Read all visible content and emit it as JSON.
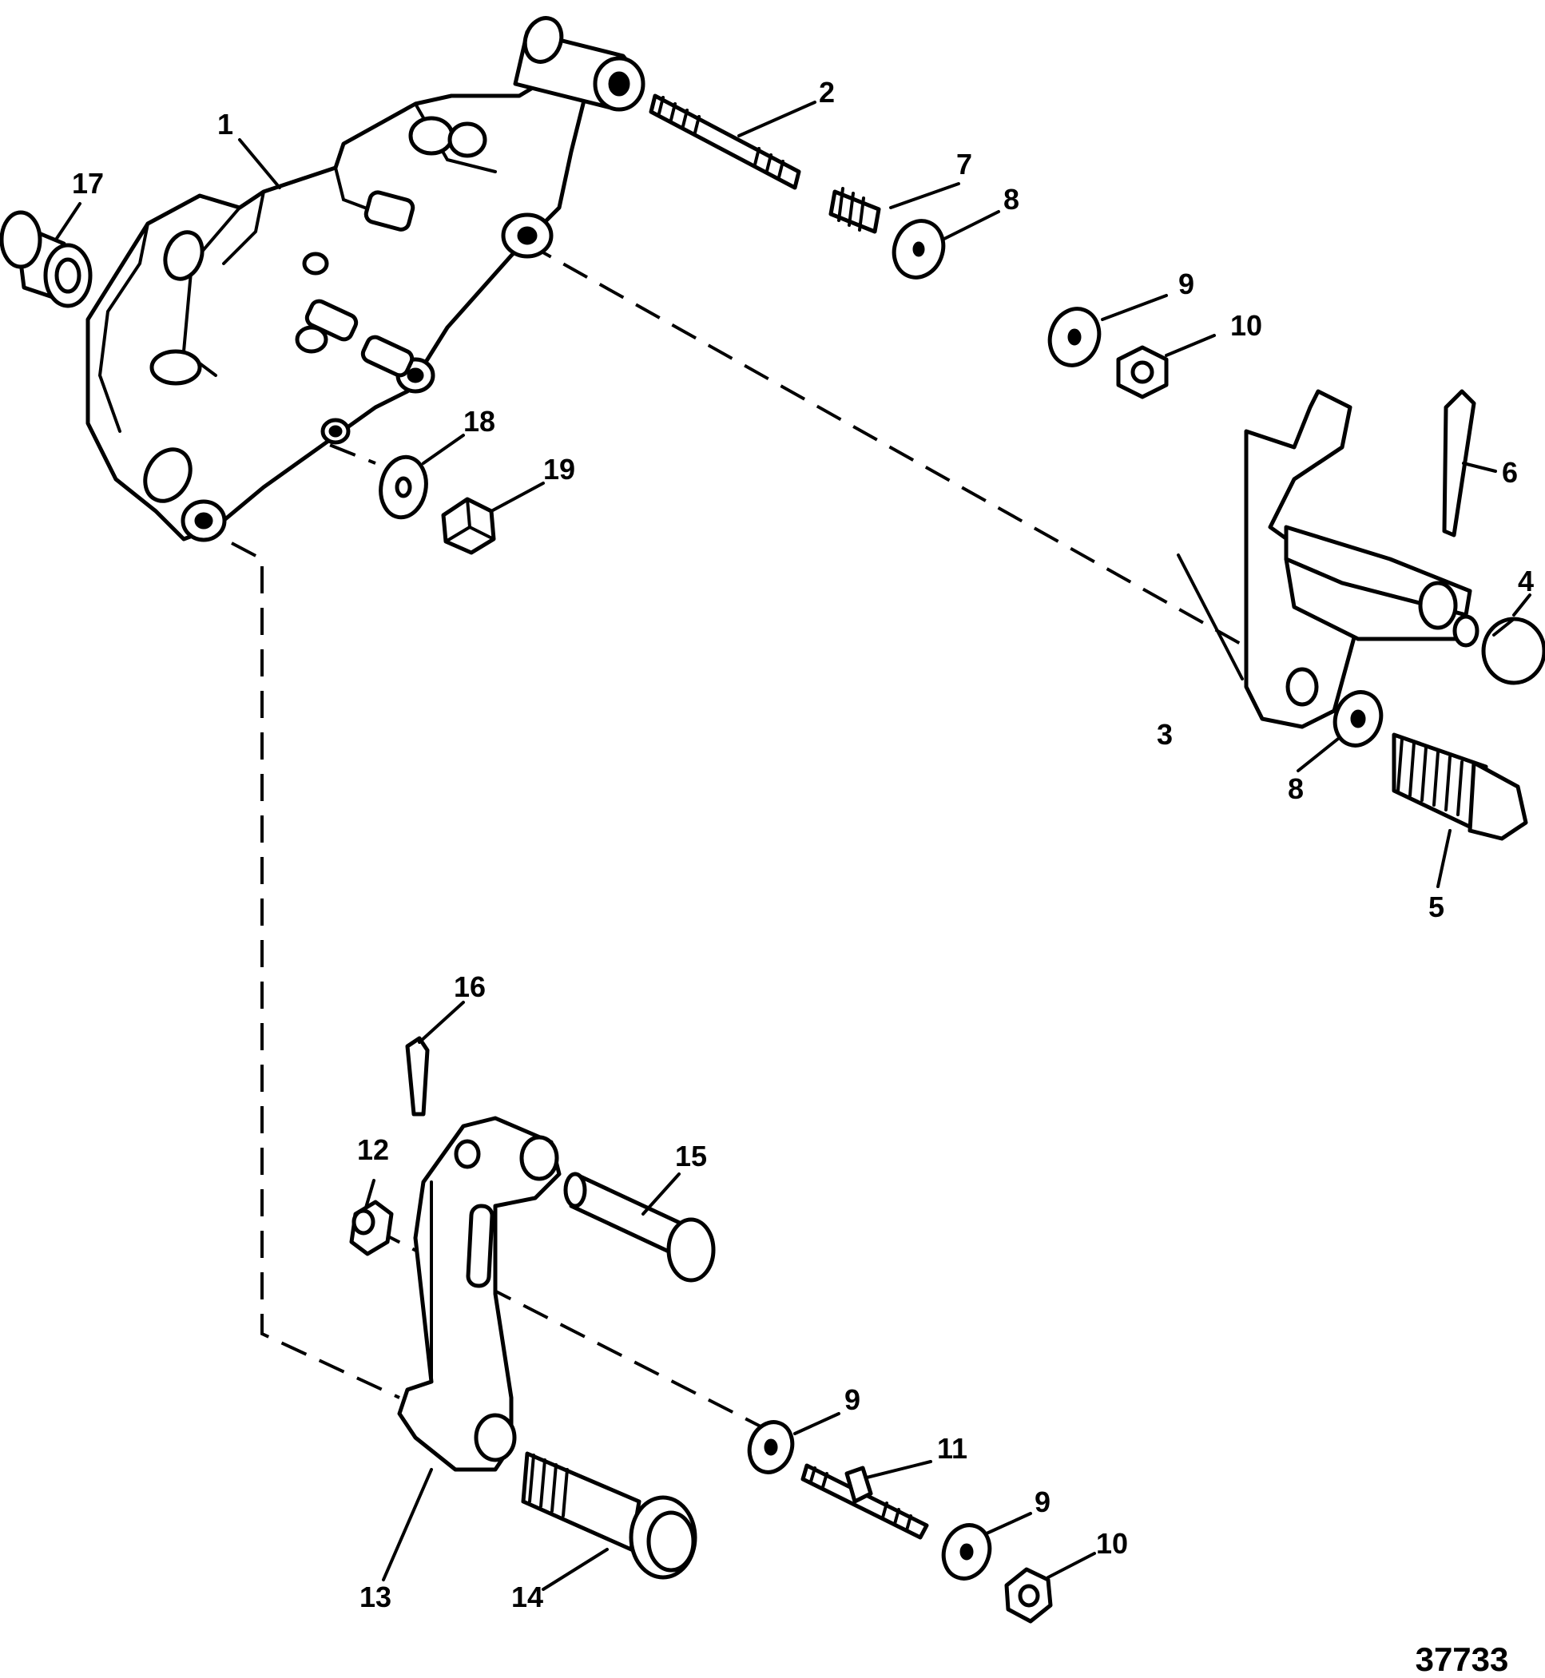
{
  "figure_number": "37733",
  "callouts": [
    {
      "id": "c1",
      "label": "1"
    },
    {
      "id": "c2",
      "label": "2"
    },
    {
      "id": "c3",
      "label": "3"
    },
    {
      "id": "c4",
      "label": "4"
    },
    {
      "id": "c5",
      "label": "5"
    },
    {
      "id": "c6",
      "label": "6"
    },
    {
      "id": "c7",
      "label": "7"
    },
    {
      "id": "c8a",
      "label": "8"
    },
    {
      "id": "c8b",
      "label": "8"
    },
    {
      "id": "c9a",
      "label": "9"
    },
    {
      "id": "c9b",
      "label": "9"
    },
    {
      "id": "c9c",
      "label": "9"
    },
    {
      "id": "c10a",
      "label": "10"
    },
    {
      "id": "c10b",
      "label": "10"
    },
    {
      "id": "c11",
      "label": "11"
    },
    {
      "id": "c12",
      "label": "12"
    },
    {
      "id": "c13",
      "label": "13"
    },
    {
      "id": "c14",
      "label": "14"
    },
    {
      "id": "c15",
      "label": "15"
    },
    {
      "id": "c16",
      "label": "16"
    },
    {
      "id": "c17",
      "label": "17"
    },
    {
      "id": "c18",
      "label": "18"
    },
    {
      "id": "c19",
      "label": "19"
    }
  ]
}
